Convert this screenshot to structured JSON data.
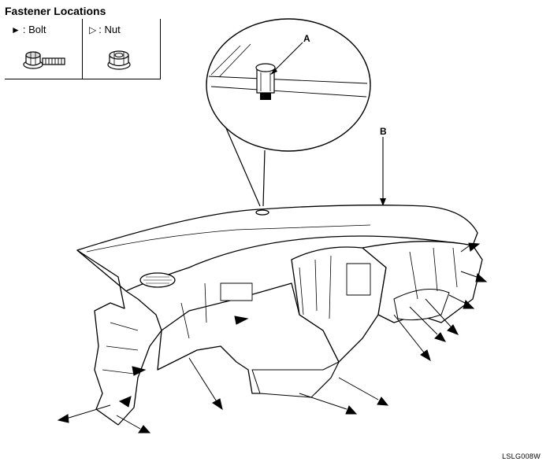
{
  "title": "Fastener Locations",
  "legend": {
    "bolt": {
      "symbol": "►",
      "label": ": Bolt",
      "icon": "bolt-icon"
    },
    "nut": {
      "symbol": "▷",
      "label": ": Nut",
      "icon": "nut-icon"
    }
  },
  "callouts": {
    "a": "A",
    "b": "B"
  },
  "figure_code": "LSLG008W"
}
